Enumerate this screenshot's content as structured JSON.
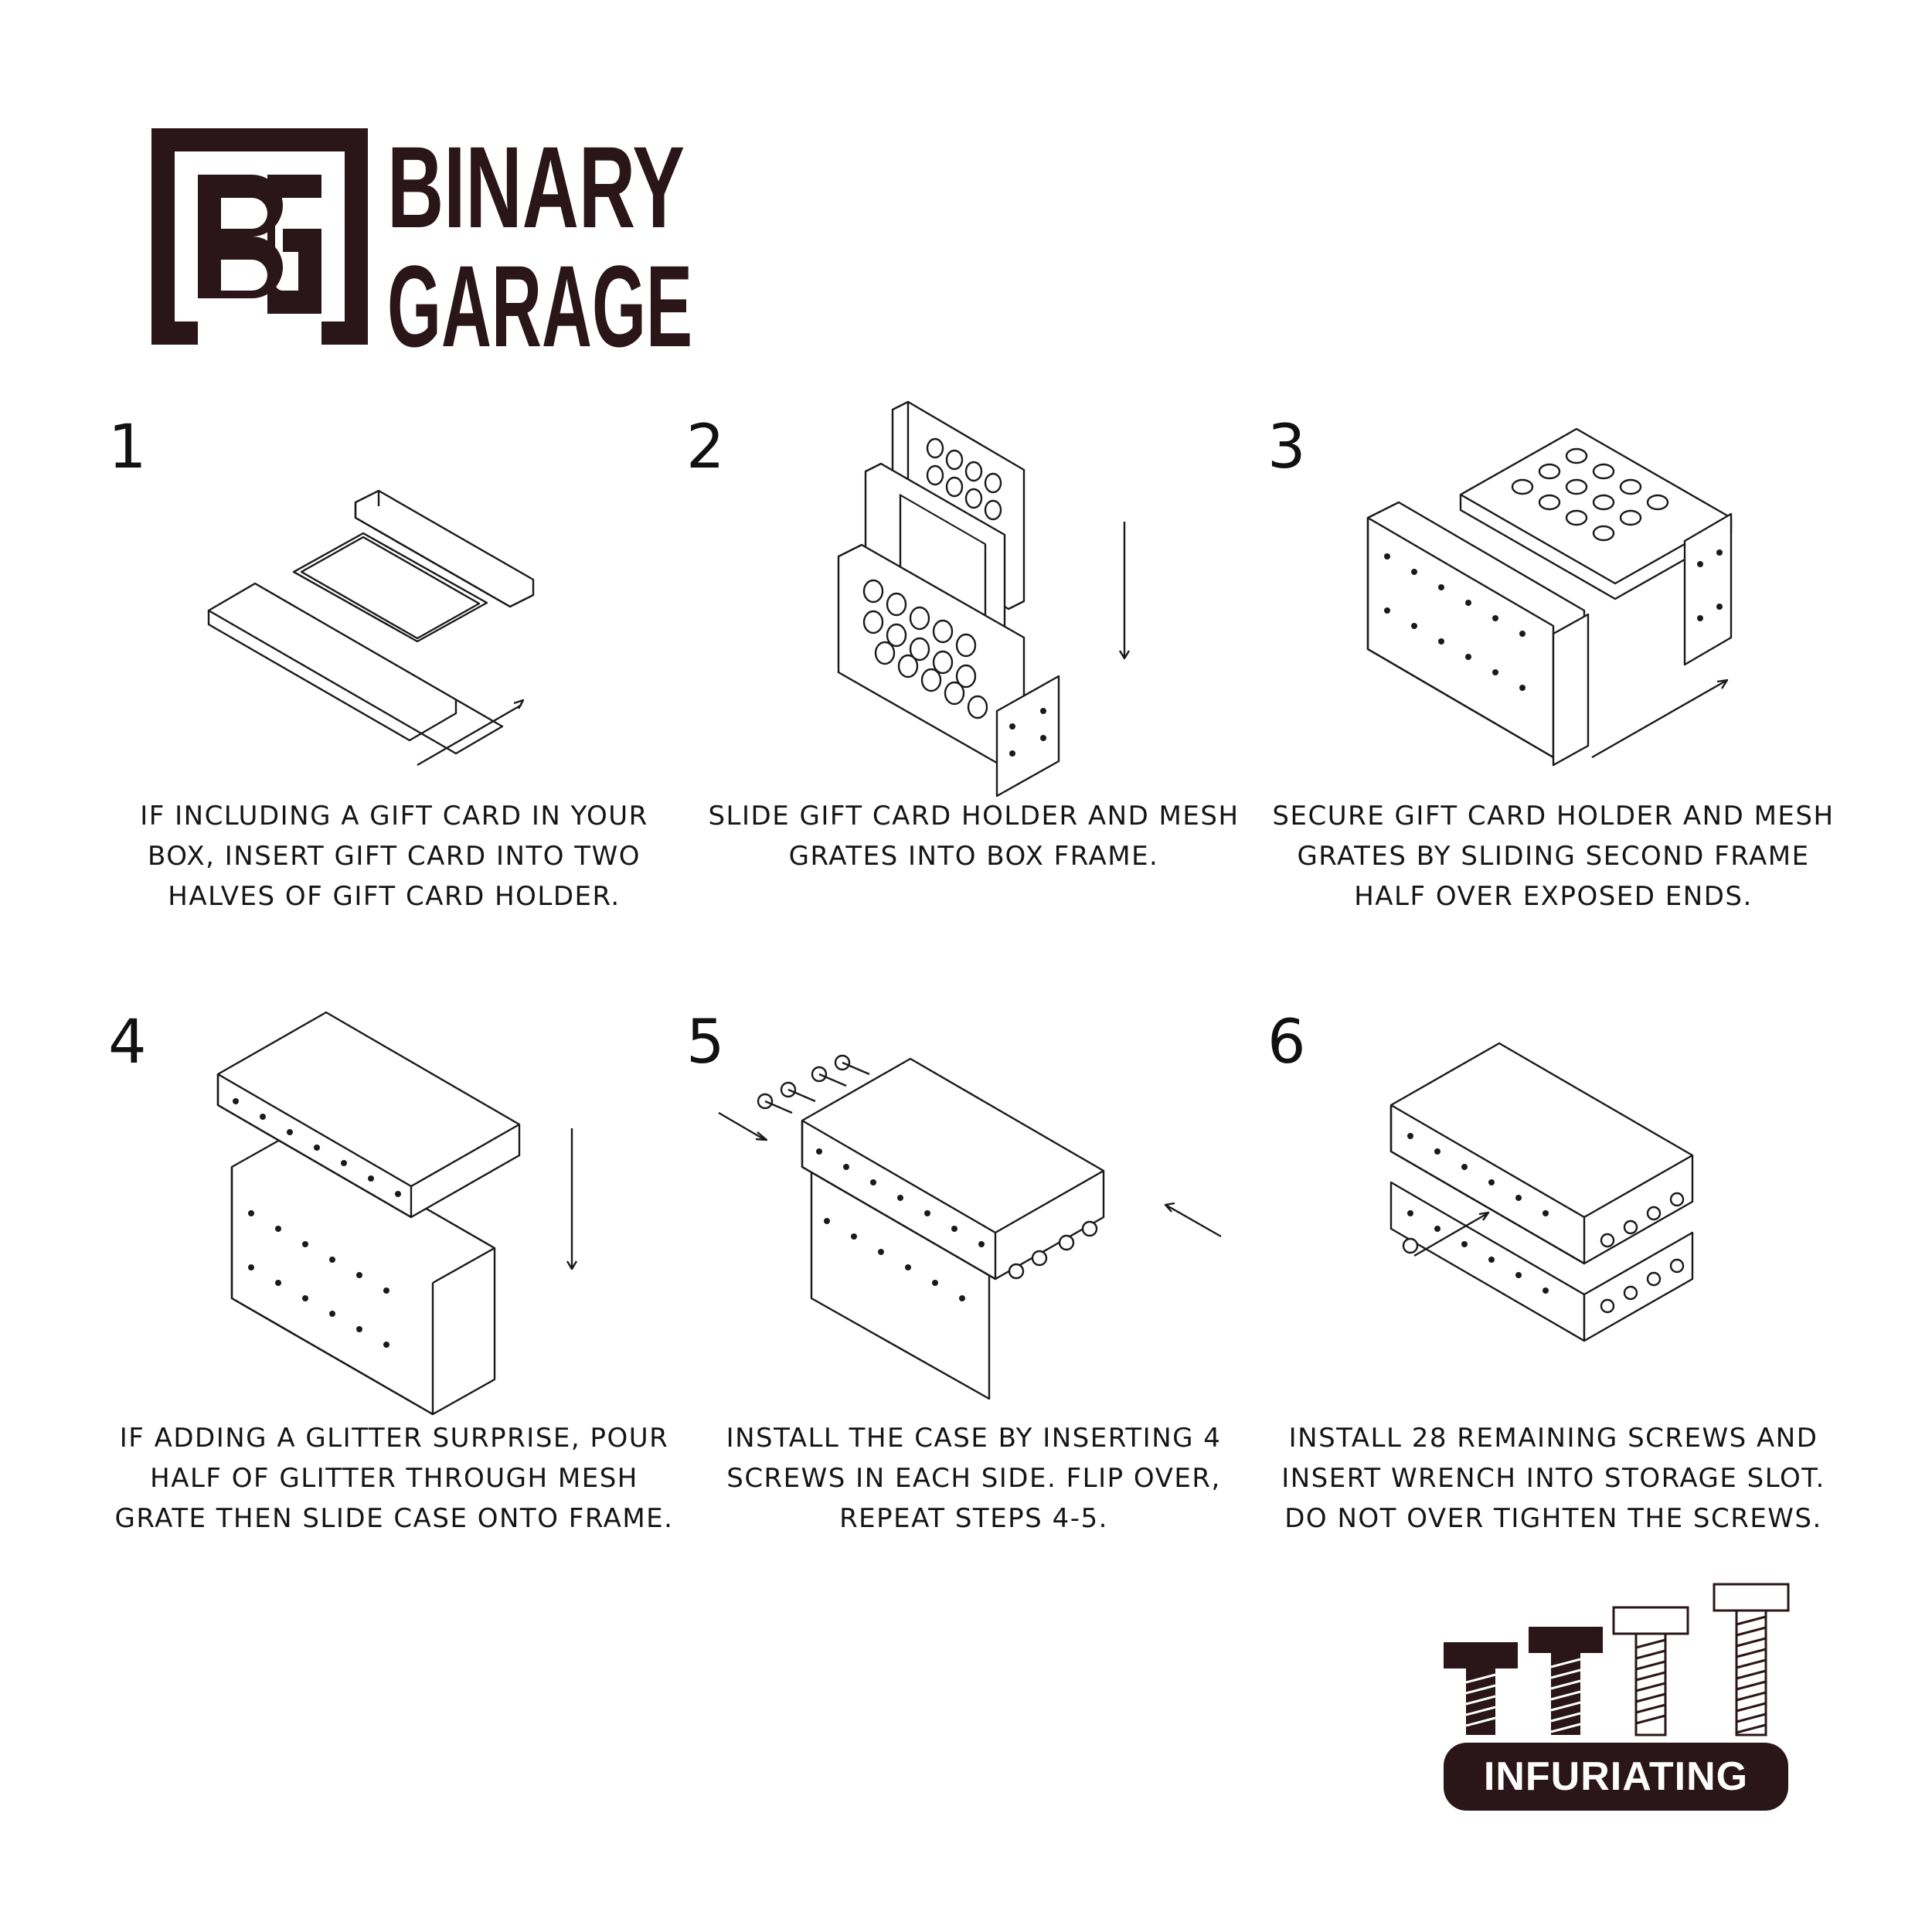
{
  "brand": {
    "line1": "BINARY",
    "line2": "GARAGE",
    "monogram": "BG"
  },
  "steps": [
    {
      "number": "1",
      "caption": "If including a gift card in your\nbox, insert gift card into two\nhalves of gift card holder."
    },
    {
      "number": "2",
      "caption": "Slide gift card holder and mesh\ngrates into box frame."
    },
    {
      "number": "3",
      "caption": "Secure gift card holder and mesh\ngrates by sliding second frame\nhalf over exposed ends."
    },
    {
      "number": "4",
      "caption": "If adding a glitter surprise, pour\nhalf of glitter through mesh\ngrate then slide case onto frame."
    },
    {
      "number": "5",
      "caption": "Install the case by inserting 4\nscrews in each side. Flip over,\nrepeat steps 4-5."
    },
    {
      "number": "6",
      "caption": "Install 28 remaining screws and\ninsert wrench into storage slot.\nDo not over tighten the screws."
    }
  ],
  "difficulty": {
    "label": "INFURIATING",
    "level": 2,
    "max": 4
  },
  "colors": {
    "ink": "#2a1618",
    "line": "#1a1a1a",
    "background": "#ffffff"
  },
  "icons": [
    "screw-icon",
    "box-illustration",
    "arrow-icon"
  ]
}
